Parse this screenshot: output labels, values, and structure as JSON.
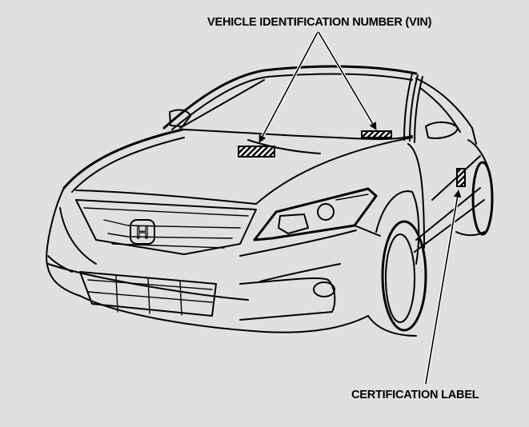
{
  "diagram": {
    "subject": "Honda Accord Coupe front three-quarter line drawing",
    "background_color": "#e0e0e0",
    "line_color": "#000000",
    "callouts": [
      {
        "id": "vin",
        "text": "VEHICLE IDENTIFICATION NUMBER (VIN)",
        "targets": [
          "hood-vin-plate",
          "dashboard-vin-plate"
        ]
      },
      {
        "id": "cert",
        "text": "CERTIFICATION LABEL",
        "targets": [
          "door-jamb-label"
        ]
      }
    ],
    "labels": {
      "vin": "VEHICLE IDENTIFICATION NUMBER (VIN)",
      "cert": "CERTIFICATION LABEL"
    },
    "emblem": "H"
  }
}
